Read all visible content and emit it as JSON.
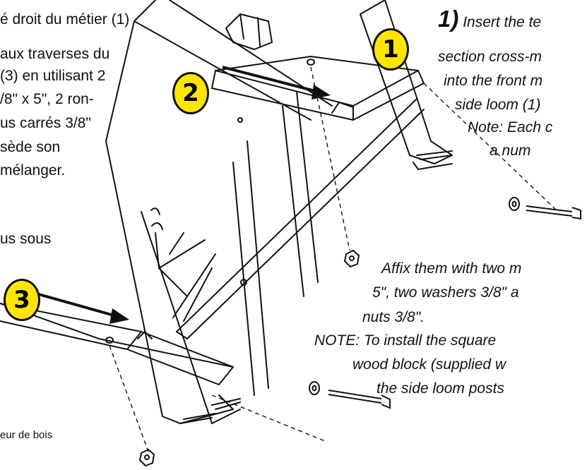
{
  "french_text": {
    "lines": [
      "é droit du métier  (1)",
      "aux traverses du",
      "(3) en utilisant 2",
      "/8\" x 5\", 2 ron-",
      "us carrés 3/8\"",
      "sède son",
      "mélanger.",
      "us sous"
    ],
    "bottom_note": "eur de bois"
  },
  "english_text": {
    "step_number": "1)",
    "lines": [
      "Insert the te",
      "section cross-m",
      "into the front m",
      "side loom (1)",
      "Note: Each c",
      "a num",
      "Affix them with two m",
      "5\", two washers 3/8\" a",
      "nuts 3/8\".",
      "NOTE: To install the square",
      "wood block (supplied w",
      "the side loom posts"
    ]
  },
  "callouts": {
    "badge_1": "1",
    "badge_2": "2",
    "badge_3": "3"
  },
  "colors": {
    "badge_fill": "#ffe600",
    "ink": "#111111",
    "background": "#ffffff"
  }
}
